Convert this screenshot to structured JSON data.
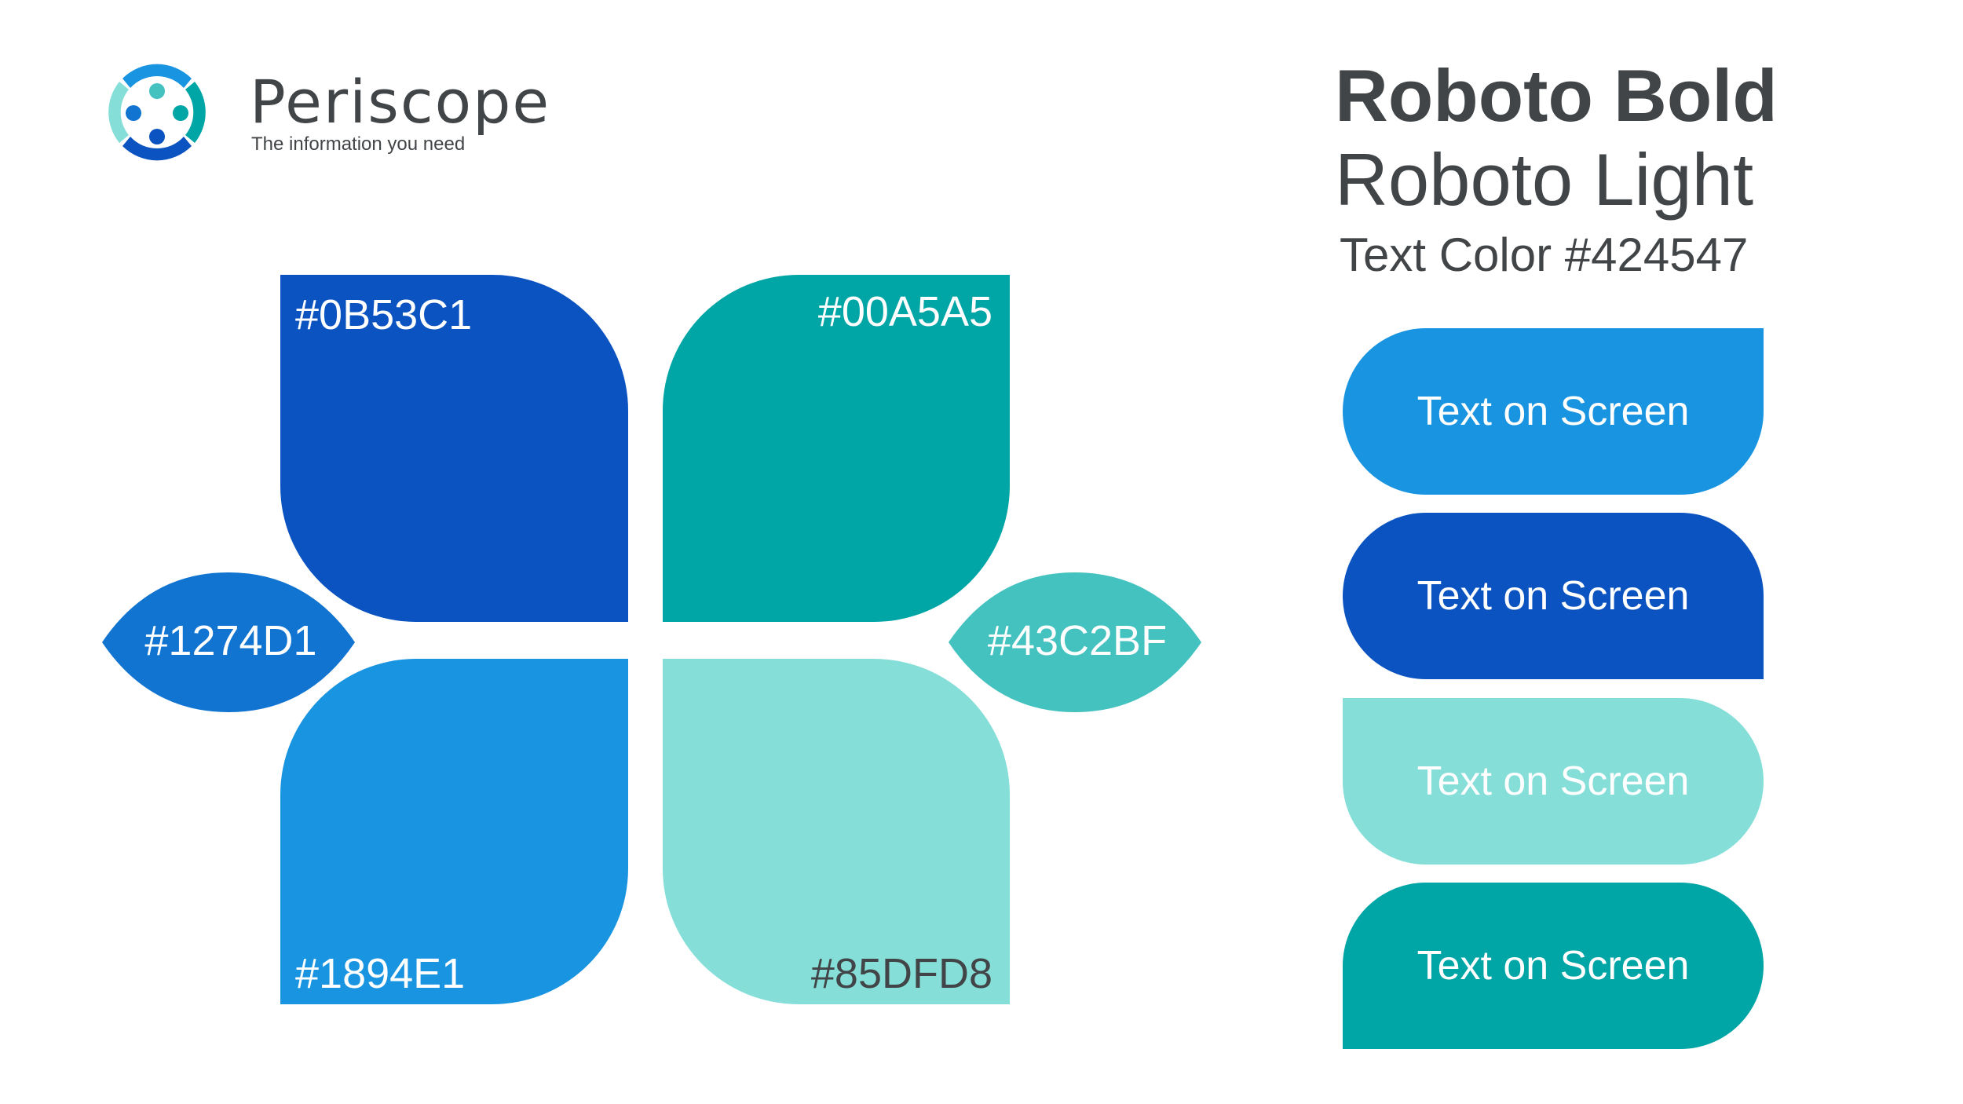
{
  "brand": {
    "name": "Periscope",
    "tagline": "The information you need"
  },
  "palette": {
    "top_left": {
      "hex_label": "#0B53C1",
      "color": "#0B53C1",
      "label_color": "#ffffff"
    },
    "top_right": {
      "hex_label": "#00A5A5",
      "color": "#00A5A5",
      "label_color": "#ffffff"
    },
    "bottom_left": {
      "hex_label": "#1894E1",
      "color": "#1894E1",
      "label_color": "#ffffff"
    },
    "bottom_right": {
      "hex_label": "#85DFD8",
      "color": "#85DFD8",
      "label_color": "#424547"
    },
    "leaf_left": {
      "hex_label": "#1274D1",
      "color": "#1274D1",
      "label_color": "#ffffff"
    },
    "leaf_right": {
      "hex_label": "#43C2BF",
      "color": "#43C2BF",
      "label_color": "#ffffff"
    }
  },
  "typography": {
    "bold_sample": "Roboto Bold",
    "light_sample": "Roboto Light",
    "text_color_label": "Text Color #424547",
    "text_color": "#424547"
  },
  "buttons": [
    {
      "label": "Text on Screen",
      "color": "#1894E1"
    },
    {
      "label": "Text on Screen",
      "color": "#0B53C1"
    },
    {
      "label": "Text on Screen",
      "color": "#85DFD8"
    },
    {
      "label": "Text on Screen",
      "color": "#00A5A5"
    }
  ],
  "logo": {
    "ring_colors": [
      "#1894E1",
      "#00A5A5",
      "#0B53C1",
      "#85DFD8"
    ],
    "dot_colors": [
      "#43C2BF",
      "#1274D1",
      "#0B53C1",
      "#00A5A5"
    ]
  }
}
